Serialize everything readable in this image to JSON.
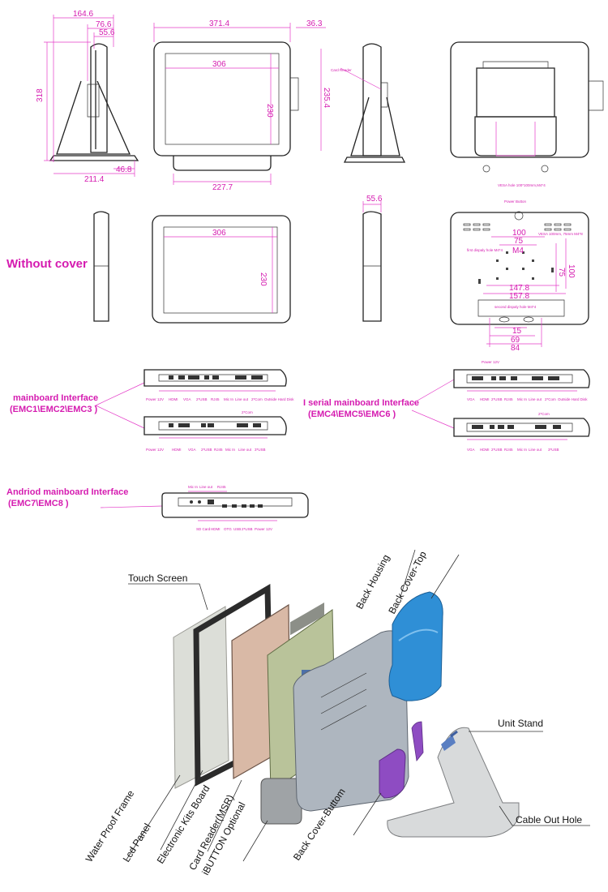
{
  "dimensions": {
    "side_depth": "164.6",
    "side_depth2": "76.6",
    "side_depth3": "55.6",
    "height": "318",
    "base_depth": "211.4",
    "base_tip": "46.8",
    "front_width": "371.4",
    "reader_width": "36.3",
    "screen_width": "306",
    "screen_height": "230",
    "panel_height": "235.4",
    "stand_width": "227.7",
    "card_reader_label": "Card Reader",
    "vesa_note": "VESA hole 100*100mm,M4*4",
    "screen_width_nc": "306",
    "screen_height_nc": "230",
    "side_depth_nc": "55.6",
    "power_button": "Power Button",
    "d100": "100",
    "d75": "75",
    "m4": "M4",
    "vesa_note2": "VESA 100mm, 75mm M4*8",
    "first_holes": "first dispaly hole M4*4",
    "d75v": "75",
    "d100v": "100",
    "d147": "147.8",
    "d157": "157.8",
    "second_holes": "second dispaly hole M4*4",
    "d15": "15",
    "d69": "69",
    "d84": "84"
  },
  "headings": {
    "without_cover": "Without cover",
    "mainboard_1": "mainboard Interface",
    "mainboard_1_models": "(EMC1\\EMC2\\EMC3 )",
    "mainboard_2": "I serial mainboard Interface",
    "mainboard_2_models": "(EMC4\\EMC5\\EMC6 )",
    "mainboard_3": "Andriod mainboard Interface",
    "mainboard_3_models": "(EMC7\\EMC8 )"
  },
  "port_labels": {
    "power12v": "Power 12V",
    "hdmi": "HDMI",
    "vga": "VGA",
    "usb2": "2*USB",
    "rj45": "RJ45",
    "mic_in": "Mic In",
    "line_out": "Line out",
    "com2": "2*Com",
    "hard_disk": "Outside Hard Disk",
    "usb3": "3*USB",
    "sd_card": "SD Card",
    "otg": "OTG",
    "usb": "USB",
    "power12v_andr": "Power 12V"
  },
  "exploded_labels": {
    "touch_screen": "Touch Screen",
    "back_housing": "Back Housing",
    "back_cover_top": "Back Cover-Top",
    "unit_stand": "Unit Stand",
    "cable_out_hole": "Cable Out Hole",
    "water_proof_frame": "Water Proof Frame",
    "lcd_panel": "Lcd Panel",
    "electronic_kits_board": "Electronic Kits Board",
    "card_reader_msr": "Card Reader(MSR)",
    "ibutton_optional": "iBUTTON Optional",
    "back_cover_bottom": "Back Cover-Buttom"
  },
  "colors": {
    "accent": "#d51bb0",
    "dimension_line": "#e43bc8",
    "back_cover_blue": "#2f8fd6",
    "bracket_purple": "#8e4cc2"
  }
}
